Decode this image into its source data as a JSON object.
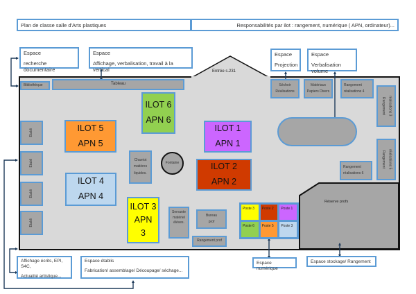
{
  "header": {
    "title": "Plan de classe salle d'Arts plastiques",
    "responsibilities": "Responsabilités par ilot : rangement, numérique ( APN, ordinateur)..."
  },
  "callouts": {
    "recherche": {
      "line1": "Espace",
      "line2": "recherche documentaire"
    },
    "affichage": {
      "line1": "Espace",
      "line2": "Affichage, verbalisation, travail à la vertical"
    },
    "projection": {
      "line1": "Espace",
      "line2": "Projection"
    },
    "volume": {
      "line1": "Espace",
      "line2": "Verbalisation volume"
    },
    "affichage_ecrits": {
      "line1": "Affichage écrits, EPI, S4C,",
      "line2": "Actualité artistique..."
    },
    "etablis": {
      "line1": "Espace établis",
      "line2": "Fabrication/ assemblage/ Découpage/ séchage..."
    },
    "numerique": {
      "label": "Espace numérique"
    },
    "stockage": {
      "label": "Espace stockage/ Rangement"
    }
  },
  "room": {
    "entrance": "Entrée s.231",
    "bibliotheque": "Bibliothèque",
    "tableau": "Tableau",
    "sechoir": {
      "line1": "Séchoir",
      "line2": "Réalisations"
    },
    "materiaux": {
      "line1": "Matériaux",
      "line2": "Papiers Divers"
    },
    "rangement4": {
      "line1": "Rangement",
      "line2": "réalisations 4"
    },
    "rangement3": {
      "line1": "Rangement",
      "line2": "réalisations 3"
    },
    "rangement5": {
      "line1": "Rangement",
      "line2": "réalisations 5"
    },
    "rangement6": {
      "line1": "Rangement",
      "line2": "réalisations 6"
    },
    "etablis": [
      "Etabli",
      "Etabli",
      "Etabli",
      "Etabli"
    ],
    "chariot": {
      "line1": "Charriot",
      "line2": "matières",
      "line3": "liquides."
    },
    "fontaine": "Fontaine",
    "servante": {
      "line1": "Servante",
      "line2": "matériel",
      "line3": "élèves."
    },
    "bureau": {
      "line1": "Bureau",
      "line2": "prof"
    },
    "rangement_prof": "Rangement prof",
    "reserve": "Réserve profs"
  },
  "ilots": [
    {
      "name": "ILOT 1",
      "apn": "APN 1",
      "color": "#cc66ff"
    },
    {
      "name": "ILOT 2",
      "apn": "APN 2",
      "color": "#d03a00"
    },
    {
      "name": "ILOT 3",
      "apn": "APN",
      "apn2": "3",
      "color": "#ffff00"
    },
    {
      "name": "ILOT  4",
      "apn": "APN 4",
      "color": "#bdd7ee"
    },
    {
      "name": "ILOT  5",
      "apn": "APN  5",
      "color": "#ff9933"
    },
    {
      "name": "ILOT 6",
      "apn": "APN  6",
      "color": "#92d050"
    }
  ],
  "postes": [
    {
      "label": "Poste 3",
      "color": "#ffff00"
    },
    {
      "label": "Poste 2",
      "color": "#d03a00"
    },
    {
      "label": "Poste 1",
      "color": "#cc66ff"
    },
    {
      "label": "Poste 6",
      "color": "#92d050"
    },
    {
      "label": "Poste 5",
      "color": "#ff9933"
    },
    {
      "label": "Poste 3",
      "color": "#bdd7ee"
    }
  ]
}
